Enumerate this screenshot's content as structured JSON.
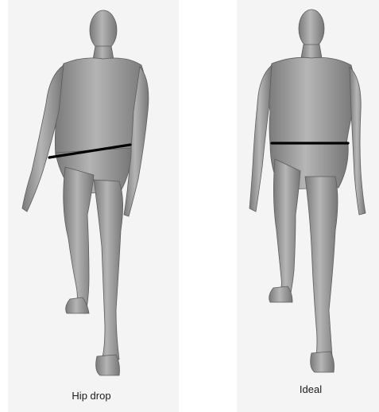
{
  "figures": [
    {
      "caption": "Hip drop",
      "hip_line": "tilted"
    },
    {
      "caption": "Ideal",
      "hip_line": "level"
    }
  ],
  "colors": {
    "body": "#9a9a9a",
    "body_shadow": "#6e6e6e",
    "hip_line": "#000000",
    "background": "#ffffff"
  }
}
